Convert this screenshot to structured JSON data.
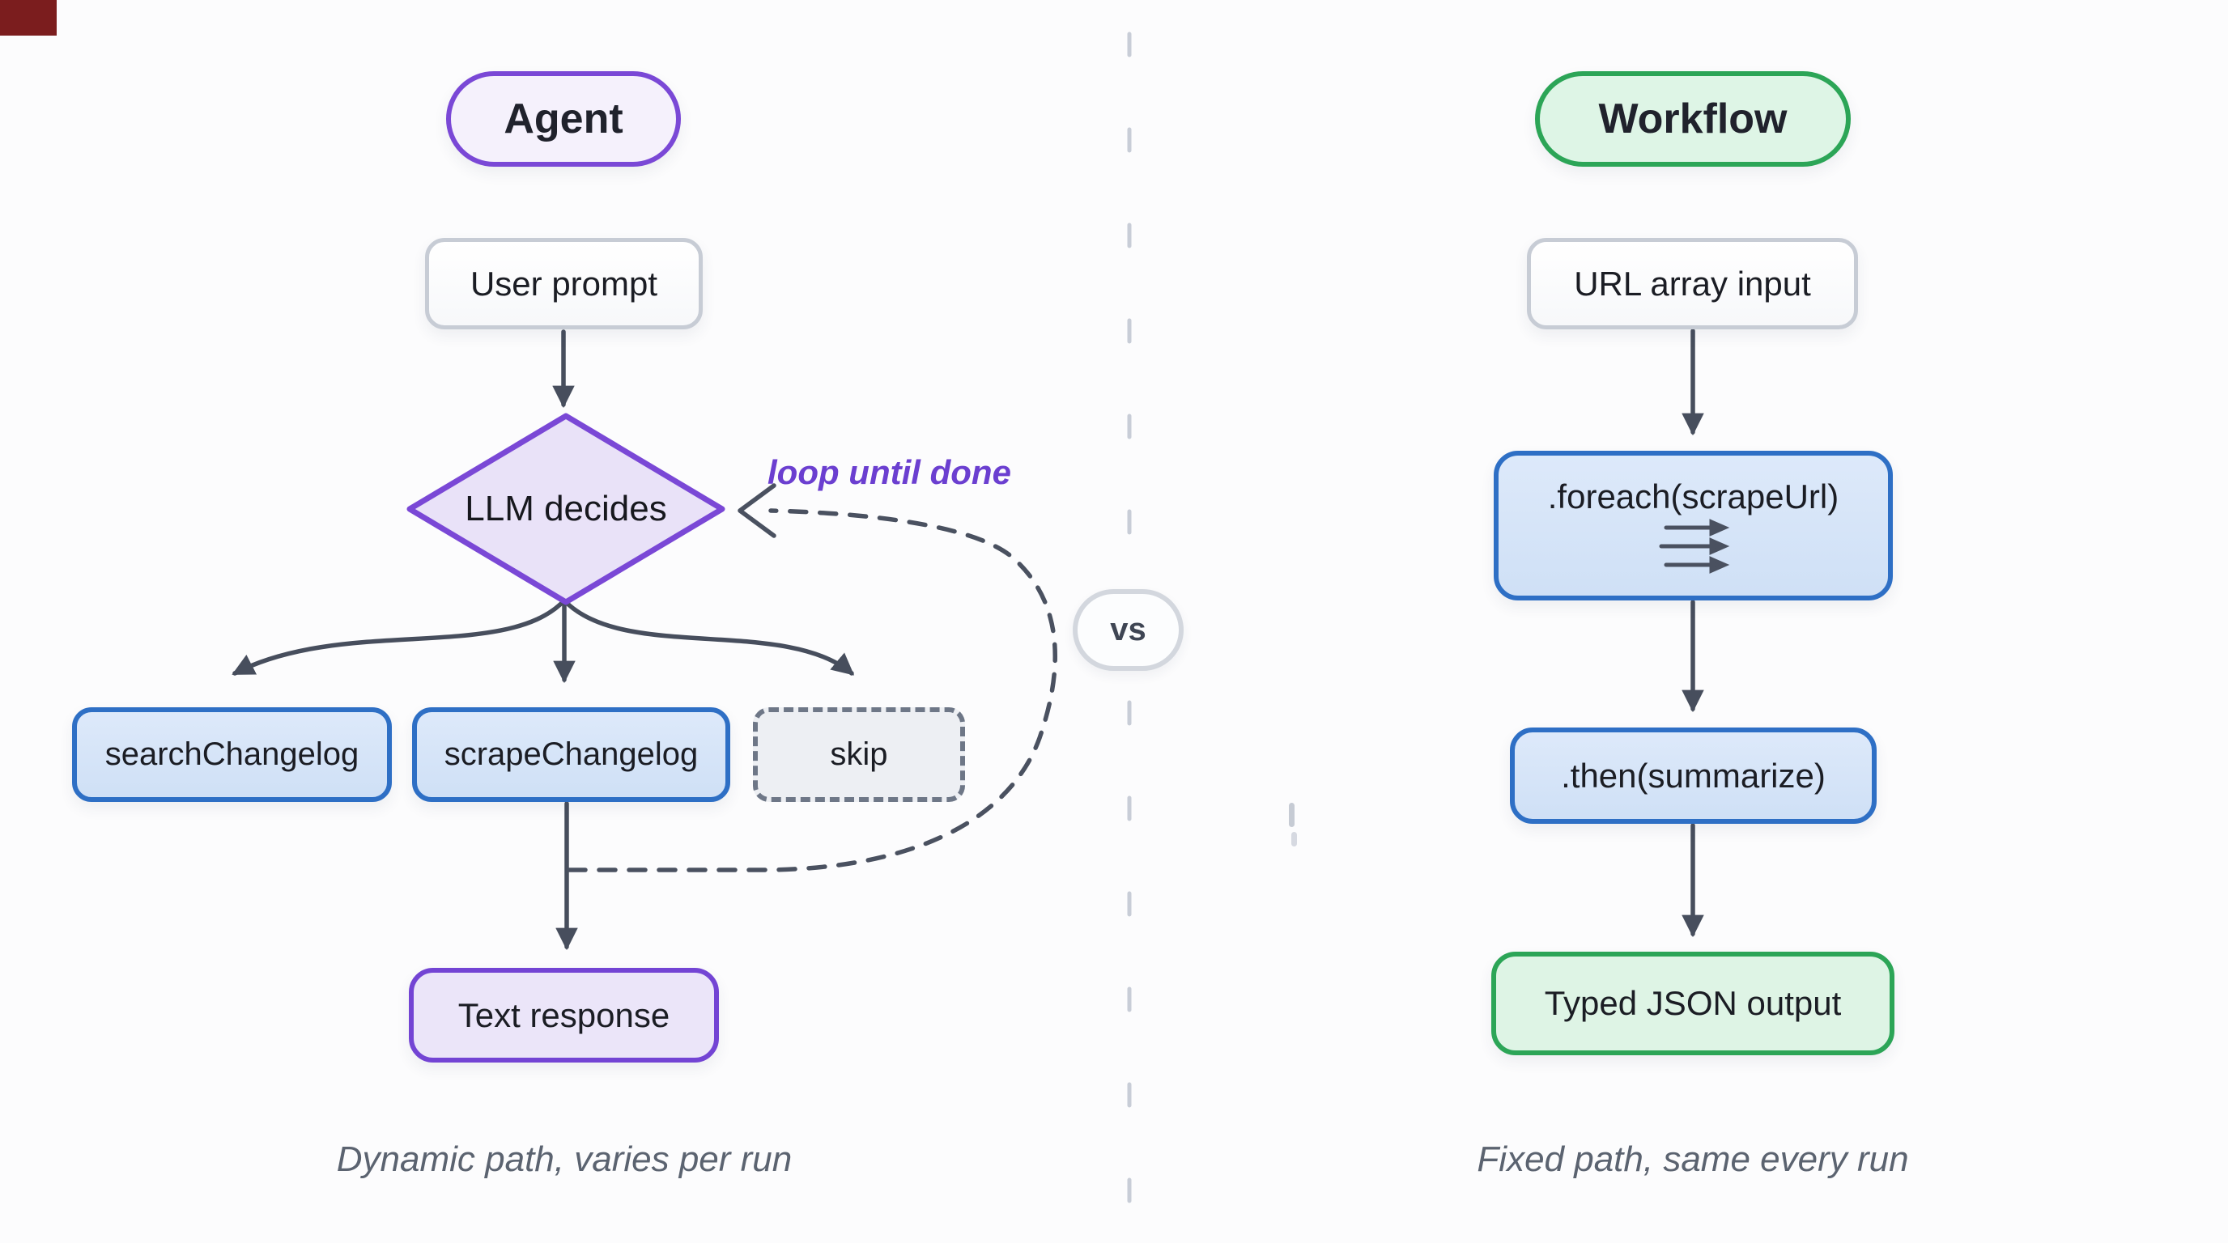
{
  "diagram": {
    "left": {
      "title": "Agent",
      "caption": "Dynamic path, varies per run",
      "loop_label": "loop until done",
      "nodes": {
        "user_prompt": "User prompt",
        "decision": "LLM decides",
        "tool_search": "searchChangelog",
        "tool_scrape": "scrapeChangelog",
        "tool_skip": "skip",
        "output": "Text response"
      }
    },
    "right": {
      "title": "Workflow",
      "caption": "Fixed path, same every run",
      "nodes": {
        "input": "URL array input",
        "foreach": ".foreach(scrapeUrl)",
        "then": ".then(summarize)",
        "output": "Typed JSON output"
      }
    },
    "divider": {
      "badge": "vs"
    },
    "colors": {
      "agent_accent": "#7a48d6",
      "workflow_accent": "#2ca557",
      "tool_accent": "#2e6fc5",
      "arrow": "#474e5d",
      "caption_text": "#5b6370",
      "loop_label_text": "#6b3fd0",
      "corner_mark": "#7b1d1e"
    }
  }
}
